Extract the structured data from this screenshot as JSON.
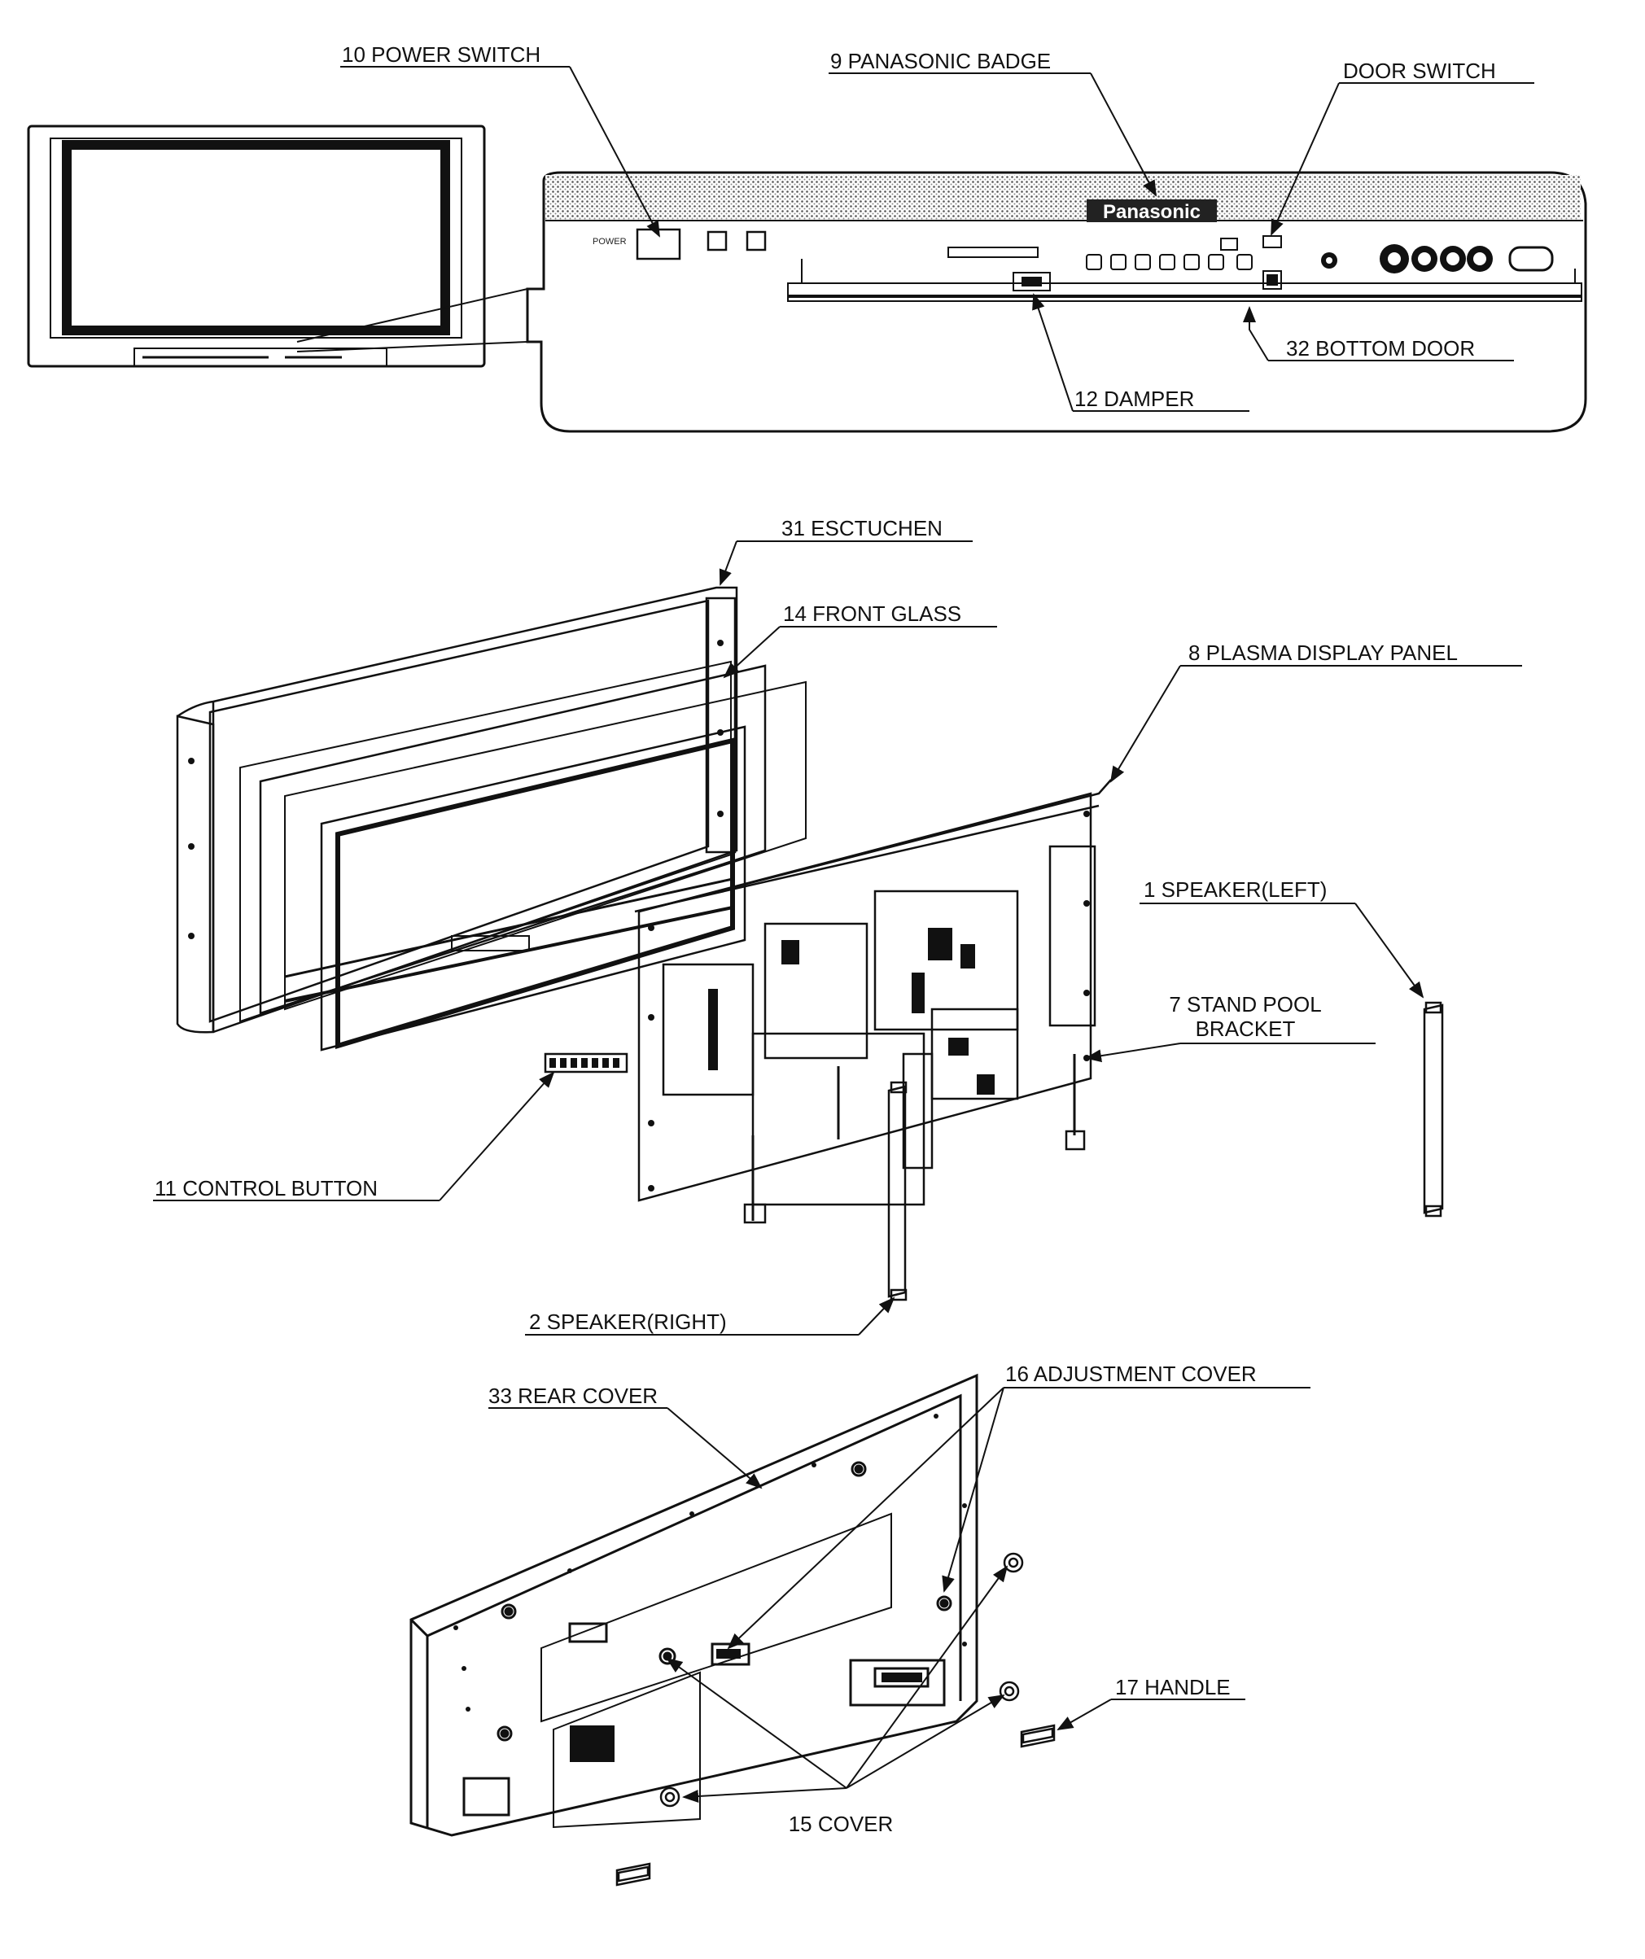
{
  "labels": {
    "power_switch": "10 POWER SWITCH",
    "panasonic_badge": "9 PANASONIC BADGE",
    "door_switch": "DOOR SWITCH",
    "bottom_door": "32 BOTTOM DOOR",
    "damper": "12 DAMPER",
    "escutcheon": "31 ESCTUCHEN",
    "front_glass": "14 FRONT GLASS",
    "plasma_panel": "8 PLASMA DISPLAY PANEL",
    "speaker_left": "1 SPEAKER(LEFT)",
    "stand_pool_1": "7 STAND POOL",
    "stand_pool_2": "BRACKET",
    "control_button": "11 CONTROL BUTTON",
    "speaker_right": "2 SPEAKER(RIGHT)",
    "rear_cover": "33 REAR COVER",
    "adjustment_cover": "16 ADJUSTMENT COVER",
    "handle": "17 HANDLE",
    "cover": "15 COVER"
  },
  "badge_text": "Panasonic",
  "power_text": "POWER"
}
